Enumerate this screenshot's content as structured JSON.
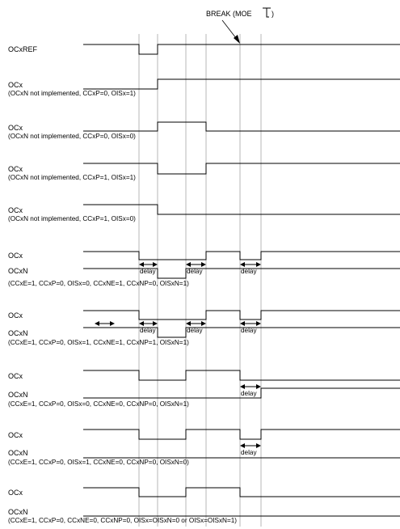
{
  "break_label": "BREAK (MOE",
  "break_label_close": ")",
  "delay_label": "delay",
  "signals": [
    {
      "label": "OCxREF",
      "levels": [
        1,
        0,
        1,
        1,
        1,
        1
      ]
    },
    {
      "label": "OCx",
      "caption": "(OCxN not implemented, CCxP=0, OISx=1)",
      "levels": [
        0,
        0,
        1,
        1,
        1,
        1
      ]
    },
    {
      "label": "OCx",
      "caption": "(OCxN not implemented, CCxP=0, OISx=0)",
      "levels": [
        0,
        0,
        1,
        1,
        0,
        0
      ]
    },
    {
      "label": "OCx",
      "caption": "(OCxN not implemented, CCxP=1, OISx=1)",
      "levels": [
        1,
        1,
        0,
        0,
        1,
        1
      ]
    },
    {
      "label": "OCx",
      "caption": "(OCxN not implemented, CCxP=1, OISx=0)",
      "levels": [
        1,
        1,
        0,
        0,
        0,
        0
      ]
    }
  ],
  "pairs": [
    {
      "top_label": "OCx",
      "bottom_label": "OCxN",
      "caption": "(CCxE=1, CCxP=0, OISx=0, CCxNE=1, CCxNP=0, OISxN=1)",
      "delays": [
        1,
        1,
        1
      ],
      "pre_arrow": 0
    },
    {
      "top_label": "OCx",
      "bottom_label": "OCxN",
      "caption": "(CCxE=1, CCxP=0, OISx=1, CCxNE=1, CCxNP=1, OISxN=1)",
      "delays": [
        1,
        1,
        1
      ],
      "pre_arrow": 1
    },
    {
      "top_label": "OCx",
      "bottom_label": "OCxN",
      "caption": "(CCxE=1, CCxP=0, OISx=0, CCxNE=0, CCxNP=0, OISxN=1)",
      "delays": [
        0,
        0,
        1
      ],
      "pre_arrow": 0
    },
    {
      "top_label": "OCx",
      "bottom_label": "OCxN",
      "caption": "(CCxE=1, CCxP=0, OISx=1, CCxNE=0, CCxNP=0, OISxN=0)",
      "delays": [
        0,
        0,
        1
      ],
      "pre_arrow": 0
    },
    {
      "top_label": "OCx",
      "bottom_label": "OCxN",
      "caption": "(CCxE=1, CCxP=0, CCxNE=0, CCxNP=0, OISx=OISxN=0 or OISx=OISxN=1)",
      "delays": [
        0,
        0,
        0
      ],
      "pre_arrow": 0
    }
  ]
}
